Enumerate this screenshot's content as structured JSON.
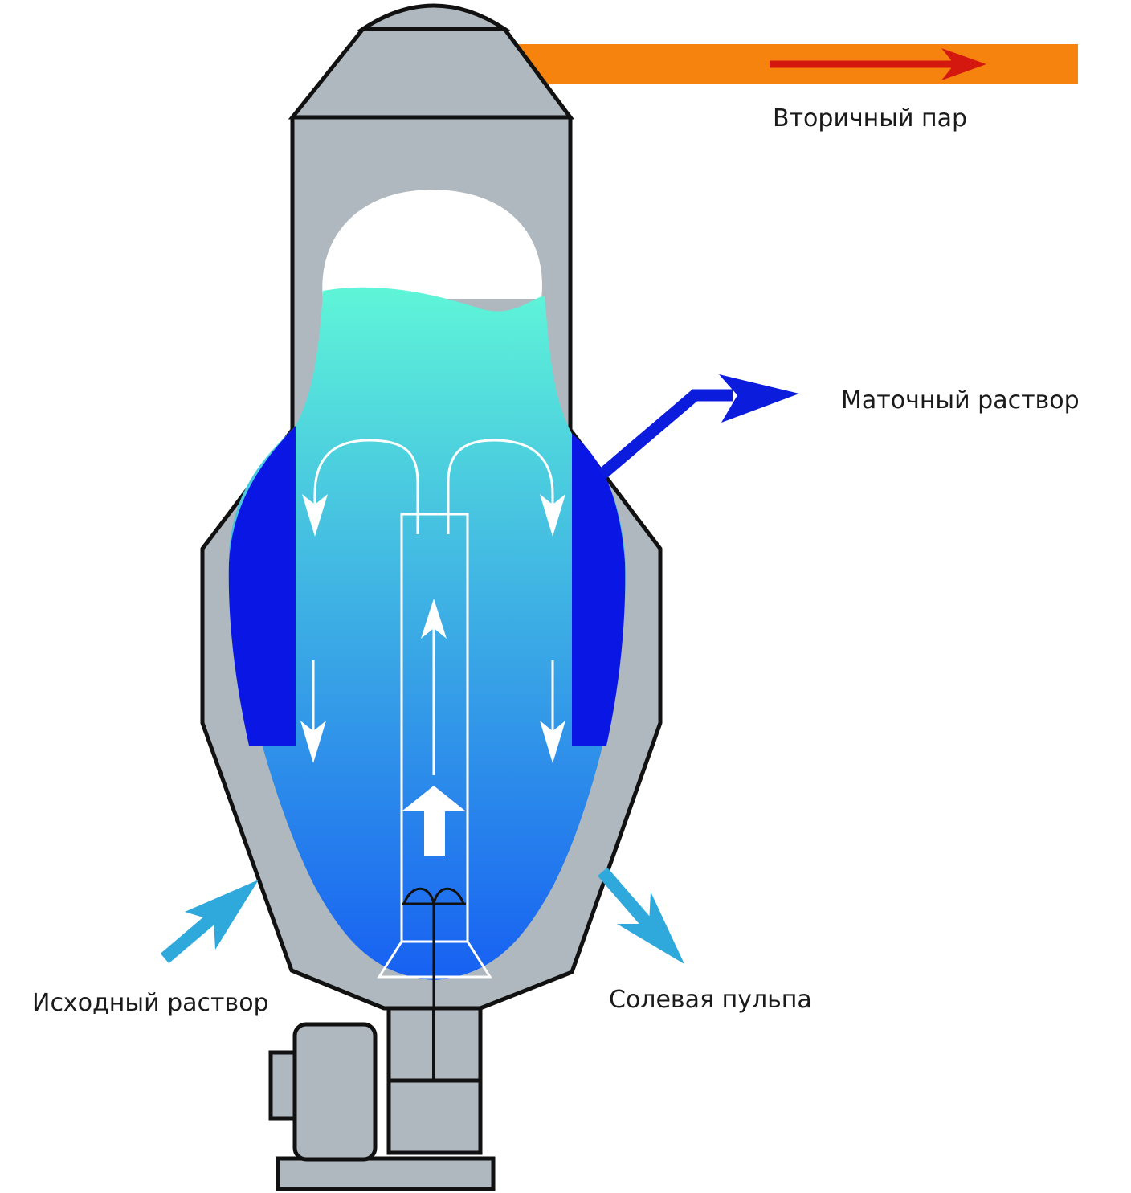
{
  "labels": {
    "secondary_steam": "Вторичный пар",
    "mother_liquor": "Маточный раствор",
    "feed_solution": "Исходный раствор",
    "salt_pulp": "Солевая пульпа"
  },
  "colors": {
    "vessel_gray": "#aeb8be",
    "outline": "#111111",
    "steam_orange": "#f7830f",
    "steam_arrow_red": "#d5180f",
    "liquid_top": "#5ff5d8",
    "liquid_bottom": "#1760f2",
    "settling_zone_blue": "#0a16e4",
    "mother_liquor_arrow": "#0b1cdc",
    "feed_arrow": "#2fa9dc",
    "pulp_arrow": "#2fa9dc",
    "vapor_space": "#ffffff",
    "flow_arrows": "#ffffff"
  },
  "icons": [
    "circulation-arrow-icon",
    "impeller-icon",
    "motor-icon"
  ]
}
